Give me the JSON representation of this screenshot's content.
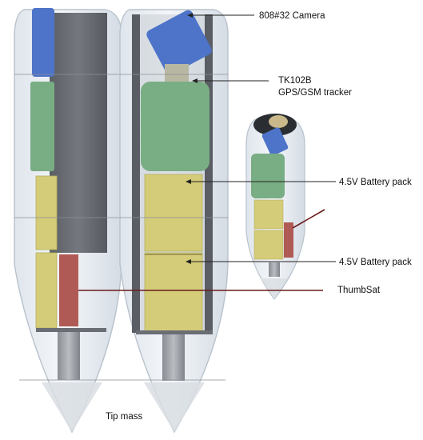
{
  "diagram": {
    "colors": {
      "background": "#ffffff",
      "shell_fill": "#e9eef3",
      "shell_edge": "#b8c2cc",
      "dark_column": "#595d63",
      "camera": "#4d74c9",
      "tracker": "#79ad84",
      "battery": "#d4cc79",
      "thumbsat": "#b05a55",
      "leader_line": "#222222",
      "thumbsat_line": "#6b1c1c"
    },
    "labels": {
      "camera": "808#32 Camera",
      "tracker_line1": "TK102B",
      "tracker_line2": "GPS/GSM tracker",
      "battery_pack_1": "4.5V Battery pack",
      "battery_pack_2": "4.5V Battery pack",
      "thumbsat": "ThumbSat",
      "tip_mass": "Tip mass"
    }
  }
}
